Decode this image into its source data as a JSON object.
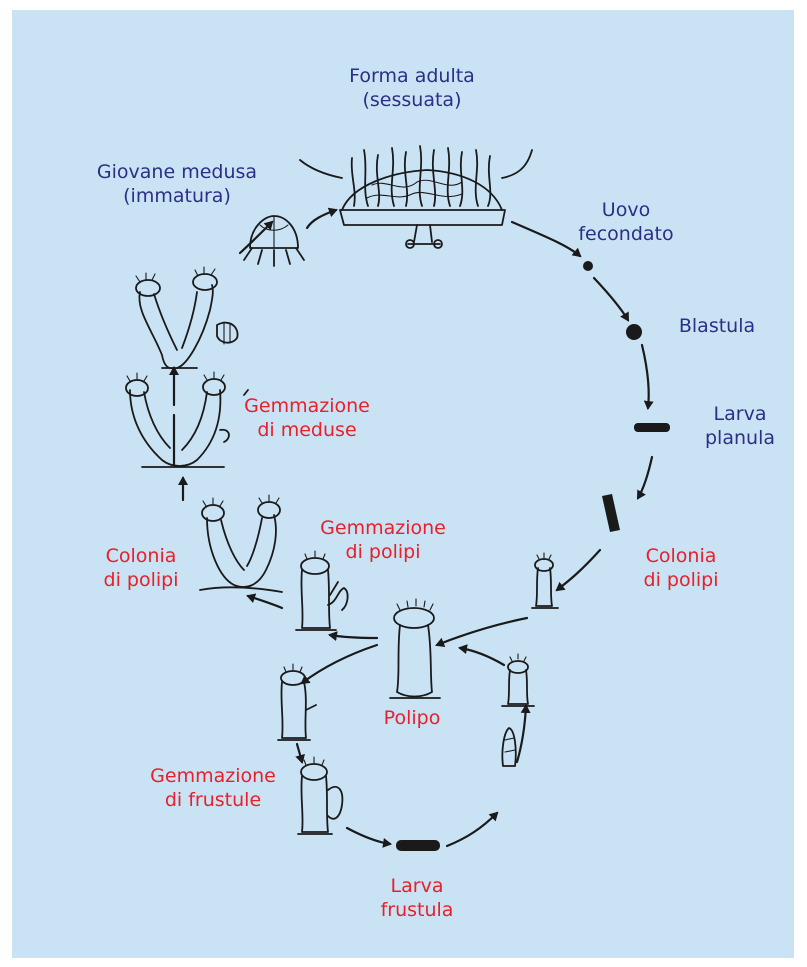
{
  "labels": {
    "forma_adulta_1": "Forma adulta",
    "forma_adulta_2": "(sessuata)",
    "giovane_medusa_1": "Giovane medusa",
    "giovane_medusa_2": "(immatura)",
    "uovo_1": "Uovo",
    "uovo_2": "fecondato",
    "blastula": "Blastula",
    "larva_planula_1": "Larva",
    "larva_planula_2": "planula",
    "gemmazione_meduse_1": "Gemmazione",
    "gemmazione_meduse_2": "di meduse",
    "gemmazione_polipi_1": "Gemmazione",
    "gemmazione_polipi_2": "di polipi",
    "colonia_left_1": "Colonia",
    "colonia_left_2": "di polipi",
    "colonia_right_1": "Colonia",
    "colonia_right_2": "di polipi",
    "polipo": "Polipo",
    "gemmazione_frustule_1": "Gemmazione",
    "gemmazione_frustule_2": "di frustule",
    "larva_frustula_1": "Larva",
    "larva_frustula_2": "frustula"
  },
  "colors": {
    "background": "#c9e3f5",
    "sexual_stage_text": "#2b2f86",
    "asexual_stage_text": "#e8202a",
    "ink": "#1a1a1a"
  }
}
